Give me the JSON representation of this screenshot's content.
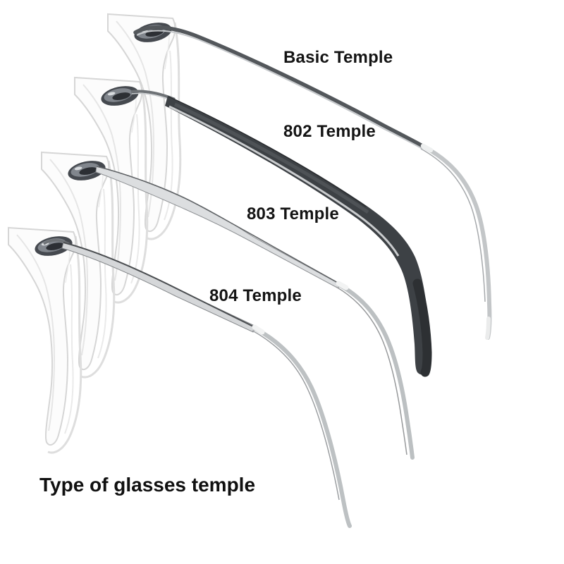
{
  "page": {
    "background_color": "#ffffff",
    "title": {
      "text": "Type of glasses temple",
      "color": "#101010"
    },
    "items": [
      {
        "label": "Basic Temple",
        "arm_color": "#53575b",
        "tip_color": "#c3c6c8"
      },
      {
        "label": "802 Temple",
        "arm_color": "#3d4145",
        "tip_color": "#2d3033"
      },
      {
        "label": "803 Temple",
        "arm_color": "#dcdee0",
        "tip_color": "#bcc0c2"
      },
      {
        "label": "804 Temple",
        "arm_color": "#d5d7d9",
        "tip_color": "#bdc1c3"
      }
    ],
    "frame": {
      "fill": "#fcfcfc",
      "outline": "#d6d6d6"
    },
    "hinge": {
      "dark": "#45494f",
      "mid": "#81868d",
      "core": "#2c2f34"
    }
  }
}
